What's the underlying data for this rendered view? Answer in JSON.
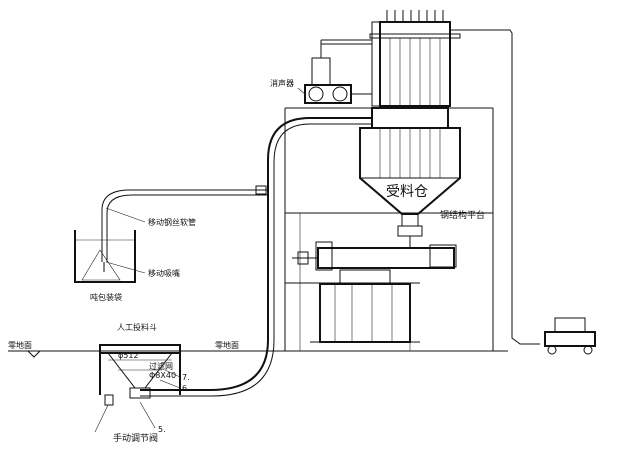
{
  "labels": {
    "silencer": "消声器",
    "receiving_bin": "受料仓",
    "steel_platform": "钢结构平台",
    "hose": "移动钢丝软管",
    "suction_nozzle": "移动吸嘴",
    "ton_bag": "吨包装袋",
    "manual_hopper": "人工投料斗",
    "ground_left": "零地面",
    "ground_mid": "零地面",
    "manual_valve": "手动调节阀",
    "filter_screen": "过滤网",
    "screen_spec": "Φ8X40",
    "hopper_dim": "φ512"
  },
  "callouts": {
    "c5": "5.",
    "c6": "6.",
    "c7": "7."
  }
}
